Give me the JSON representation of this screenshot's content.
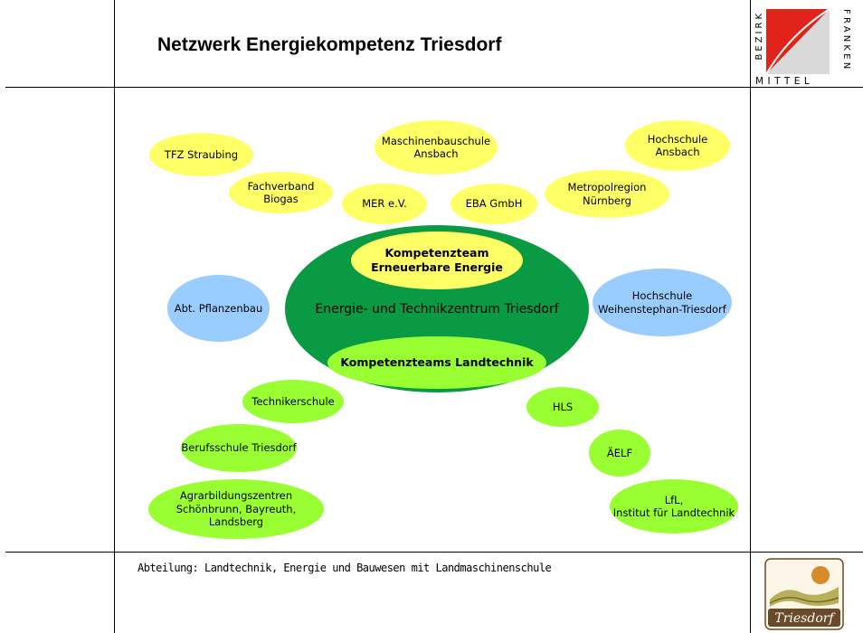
{
  "title": "Netzwerk Energiekompetenz Triesdorf",
  "footer": "Abteilung: Landtechnik, Energie und Bauwesen mit Landmaschinenschule",
  "logo_bezirk": {
    "bezirk": "BEZIRK",
    "mittel": "MITTEL",
    "franken": "FRANKEN"
  },
  "logo_triesdorf": {
    "text": "Triesdorf"
  },
  "center": {
    "label": "Energie- und Technikzentrum  Triesdorf",
    "top_team": "Kompetenzteam\nErneuerbare Energie",
    "bottom_team": "Kompetenzteams Landtechnik"
  },
  "partners_yellow": {
    "tfz": "TFZ Straubing",
    "fachverband": "Fachverband Biogas",
    "maschinenbauschule": "Maschinenbauschule\nAnsbach",
    "mer": "MER e.V.",
    "eba": "EBA GmbH",
    "metropolregion": "Metropolregion Nürnberg",
    "hochschule_ansbach": "Hochschule\nAnsbach"
  },
  "partners_blue": {
    "pflanzenbau": "Abt. Pflanzenbau",
    "weihenstephan": "Hochschule\nWeihenstephan-Triesdorf"
  },
  "partners_green": {
    "technikerschule": "Technikerschule",
    "berufsschule": "Berufsschule Triesdorf",
    "agrarbildung": "Agrarbildungszentren\nSchönbrunn, Bayreuth, Landsberg",
    "hls": "HLS",
    "aelf": "ÄELF",
    "lfl": "LfL,\nInstitut für Landtechnik"
  },
  "colors": {
    "yellow": "#ffff66",
    "blue": "#99ccff",
    "lime": "#99ff33",
    "center_green": "#0b9a44",
    "logo_red": "#e0241b"
  }
}
